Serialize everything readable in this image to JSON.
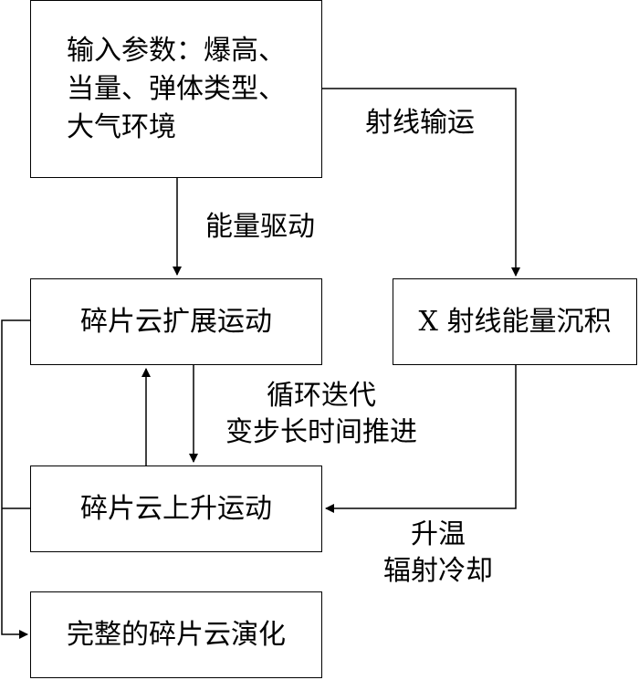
{
  "diagram": {
    "input_box": {
      "lines": [
        "输入参数：爆高、",
        "当量、弹体类型、",
        "大气环境"
      ]
    },
    "expansion_box": {
      "label": "碎片云扩展运动"
    },
    "deposition_box": {
      "label": "X 射线能量沉积"
    },
    "rise_box": {
      "label": "碎片云上升运动"
    },
    "evolution_box": {
      "label": "完整的碎片云演化"
    },
    "edge_labels": {
      "energy_drive": "能量驱动",
      "ray_transport": "射线输运",
      "iteration_line1": "循环迭代",
      "iteration_line2": "变步长时间推进",
      "heating_line1": "升温",
      "heating_line2": "辐射冷却"
    },
    "colors": {
      "line": "#000000",
      "background": "#ffffff"
    }
  }
}
